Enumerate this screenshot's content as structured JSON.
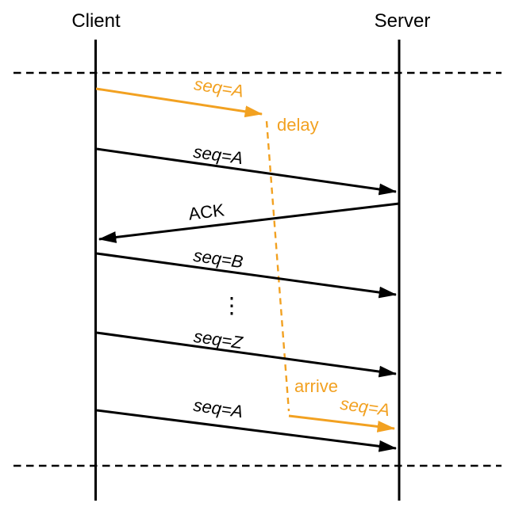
{
  "diagram": {
    "type": "sequence-diagram",
    "actors": [
      {
        "name": "Client"
      },
      {
        "name": "Server"
      }
    ],
    "colors": {
      "message": "#000000",
      "delayed": "#F2A121",
      "background": "#FFFFFF"
    },
    "messages": [
      {
        "id": "delayed-send",
        "label": "seq=A",
        "from": "Client",
        "to": "network",
        "style": "delayed"
      },
      {
        "id": "send-seq-a",
        "label": "seq=A",
        "from": "Client",
        "to": "Server",
        "style": "normal"
      },
      {
        "id": "ack",
        "label": "ACK",
        "from": "Server",
        "to": "Client",
        "style": "normal"
      },
      {
        "id": "send-seq-b",
        "label": "seq=B",
        "from": "Client",
        "to": "Server",
        "style": "normal"
      },
      {
        "id": "send-seq-z",
        "label": "seq=Z",
        "from": "Client",
        "to": "Server",
        "style": "normal"
      },
      {
        "id": "delayed-arrive",
        "label": "seq=A",
        "from": "network",
        "to": "Server",
        "style": "delayed"
      },
      {
        "id": "resend-seq-a",
        "label": "seq=A",
        "from": "Client",
        "to": "Server",
        "style": "normal"
      }
    ],
    "annotations": {
      "delay": "delay",
      "arrive": "arrive",
      "ellipsis": "⋮"
    }
  }
}
